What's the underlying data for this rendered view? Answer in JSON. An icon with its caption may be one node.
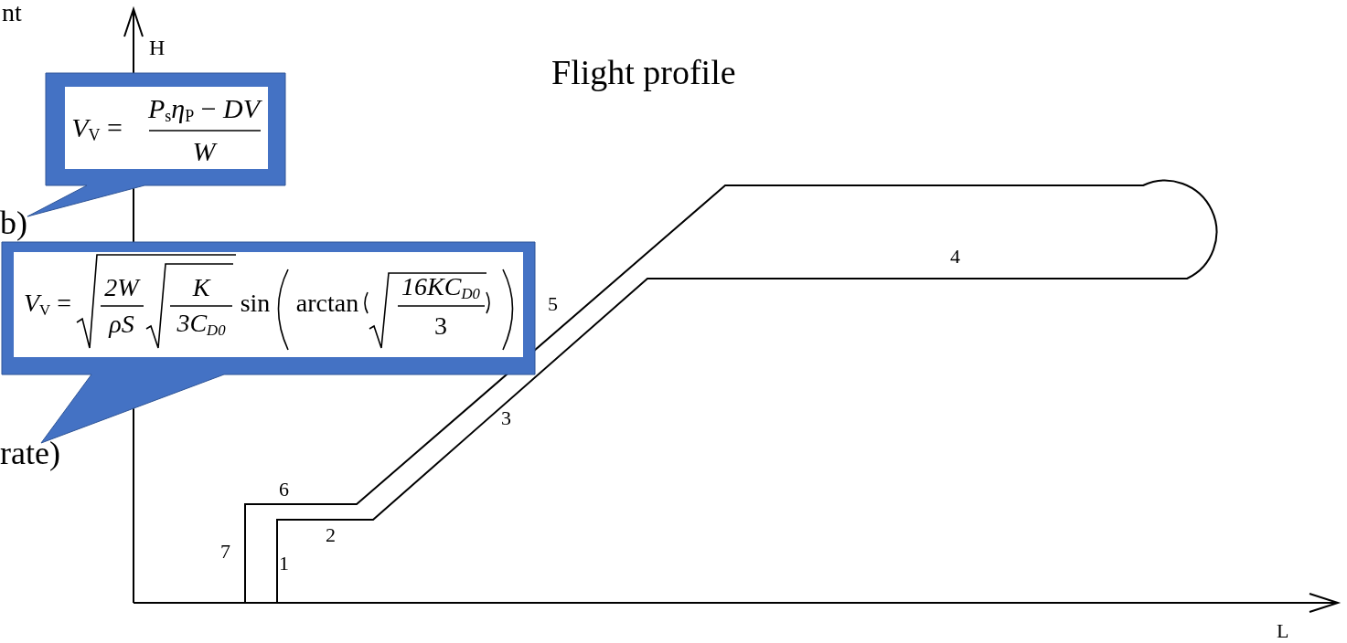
{
  "diagram": {
    "title": "Flight profile",
    "nodes": [
      {
        "text": [
          "*V*$_{V}$ =",
          "*P*$_{s}$*η*$_{P}$ − *DV*",
          "*W*"
        ]
      },
      {
        "text": [
          "*V*$_{V}$ =",
          "2W",
          "*ρS*",
          "*K*",
          "3C$_{D0}$",
          "sin",
          "arctan",
          "16KC$_{D0}$",
          "3"
        ]
      }
    ],
    "labels": [
      "nt",
      "H",
      "b)",
      "rate)",
      "5",
      "4",
      "3",
      "6",
      "2",
      "7",
      "1",
      "L"
    ]
  }
}
